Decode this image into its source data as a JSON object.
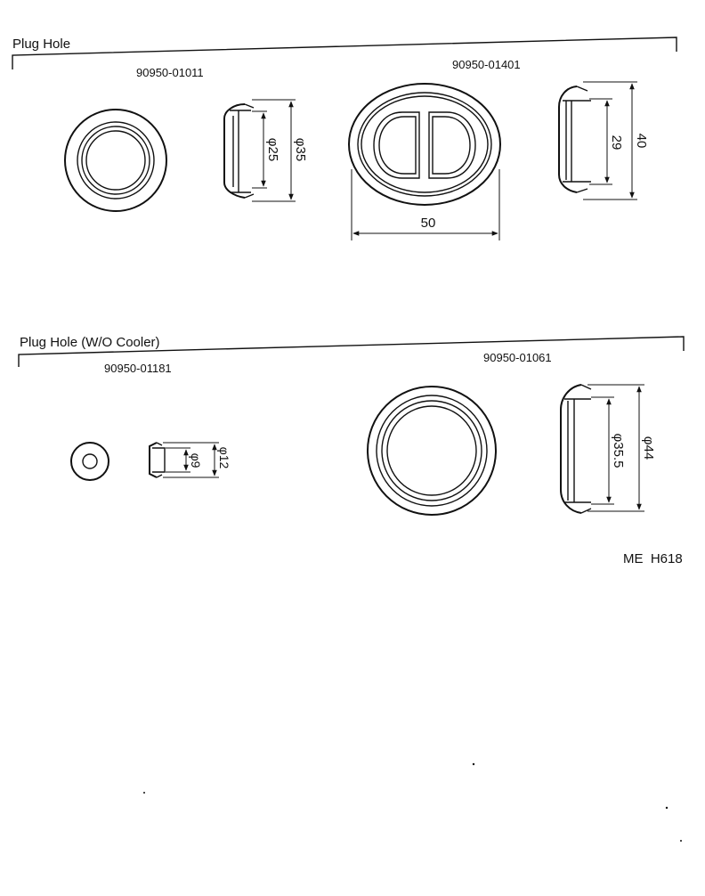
{
  "sections": [
    {
      "title": "Plug Hole",
      "parts": [
        {
          "part_number": "90950-01011",
          "dims": [
            "φ25",
            "φ35"
          ]
        },
        {
          "part_number": "90950-01401",
          "dims": [
            "29",
            "40",
            "50"
          ]
        }
      ]
    },
    {
      "title": "Plug Hole (W/O Cooler)",
      "parts": [
        {
          "part_number": "90950-01181",
          "dims": [
            "φ9",
            "φ12"
          ]
        },
        {
          "part_number": "90950-01061",
          "dims": [
            "φ35.5",
            "φ44"
          ]
        }
      ]
    }
  ],
  "reference_code": "ME  H618"
}
